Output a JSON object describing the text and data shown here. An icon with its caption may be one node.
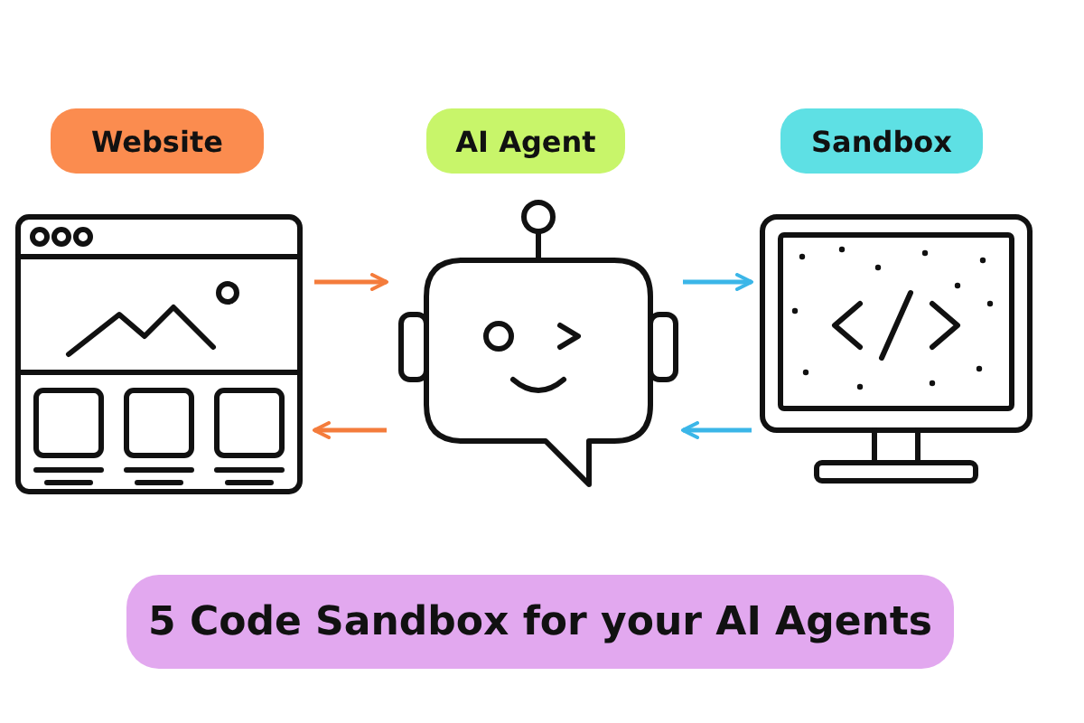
{
  "diagram": {
    "title": "5 Code Sandbox for your AI Agents",
    "nodes": [
      {
        "text": [
          "Website"
        ]
      },
      {
        "text": [
          "AI Agent"
        ]
      },
      {
        "text": [
          "Sandbox"
        ]
      },
      {
        "text": [],
        "shape": "picture"
      },
      {
        "text": [],
        "shape": "picture"
      },
      {
        "text": [],
        "shape": "picture"
      }
    ],
    "edges": [
      {
        "from": 3,
        "to": 4,
        "arrow": "to",
        "color": "#f47c3c"
      },
      {
        "from": 4,
        "to": 3,
        "arrow": "to",
        "color": "#f47c3c"
      },
      {
        "from": 4,
        "to": 5,
        "arrow": "to",
        "color": "#3bb6e8"
      },
      {
        "from": 5,
        "to": 4,
        "arrow": "to",
        "color": "#3bb6e8"
      }
    ]
  }
}
